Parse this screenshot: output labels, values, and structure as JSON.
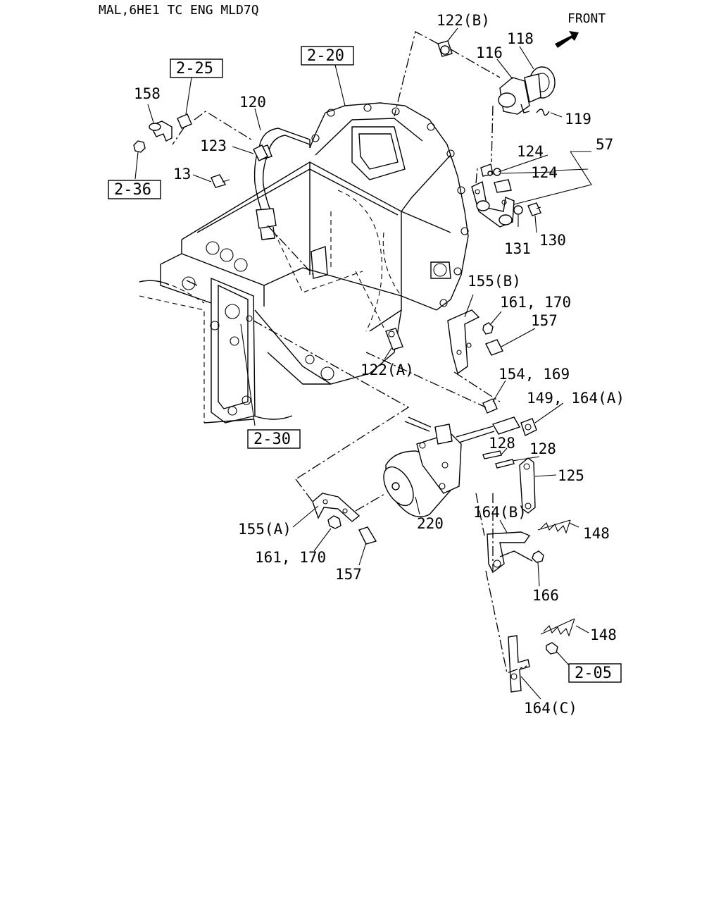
{
  "header": {
    "model_code": "MAL,6HE1 TC ENG MLD7Q",
    "front_label": "FRONT"
  },
  "ref_boxes": [
    {
      "id": "ref-2-25",
      "text": "2-25"
    },
    {
      "id": "ref-2-20",
      "text": "2-20"
    },
    {
      "id": "ref-2-36",
      "text": "2-36"
    },
    {
      "id": "ref-2-30",
      "text": "2-30"
    },
    {
      "id": "ref-2-05",
      "text": "2-05"
    }
  ],
  "callouts": [
    {
      "id": "c-122b",
      "text": "122(B)"
    },
    {
      "id": "c-118",
      "text": "118"
    },
    {
      "id": "c-116",
      "text": "116"
    },
    {
      "id": "c-119",
      "text": "119"
    },
    {
      "id": "c-57",
      "text": "57"
    },
    {
      "id": "c-124a",
      "text": "124"
    },
    {
      "id": "c-124b",
      "text": "124"
    },
    {
      "id": "c-130",
      "text": "130"
    },
    {
      "id": "c-131",
      "text": "131"
    },
    {
      "id": "c-158",
      "text": "158"
    },
    {
      "id": "c-120",
      "text": "120"
    },
    {
      "id": "c-123",
      "text": "123"
    },
    {
      "id": "c-13",
      "text": "13"
    },
    {
      "id": "c-155b",
      "text": "155(B)"
    },
    {
      "id": "c-161-170a",
      "text": "161, 170"
    },
    {
      "id": "c-157a",
      "text": "157"
    },
    {
      "id": "c-122a",
      "text": "122(A)"
    },
    {
      "id": "c-154-169",
      "text": "154, 169"
    },
    {
      "id": "c-149-164a",
      "text": "149, 164(A)"
    },
    {
      "id": "c-128a",
      "text": "128"
    },
    {
      "id": "c-128b",
      "text": "128"
    },
    {
      "id": "c-125",
      "text": "125"
    },
    {
      "id": "c-155a",
      "text": "155(A)"
    },
    {
      "id": "c-220",
      "text": "220"
    },
    {
      "id": "c-164b",
      "text": "164(B)"
    },
    {
      "id": "c-148a",
      "text": "148"
    },
    {
      "id": "c-161-170b",
      "text": "161, 170"
    },
    {
      "id": "c-157b",
      "text": "157"
    },
    {
      "id": "c-166",
      "text": "166"
    },
    {
      "id": "c-148b",
      "text": "148"
    },
    {
      "id": "c-164c",
      "text": "164(C)"
    }
  ]
}
